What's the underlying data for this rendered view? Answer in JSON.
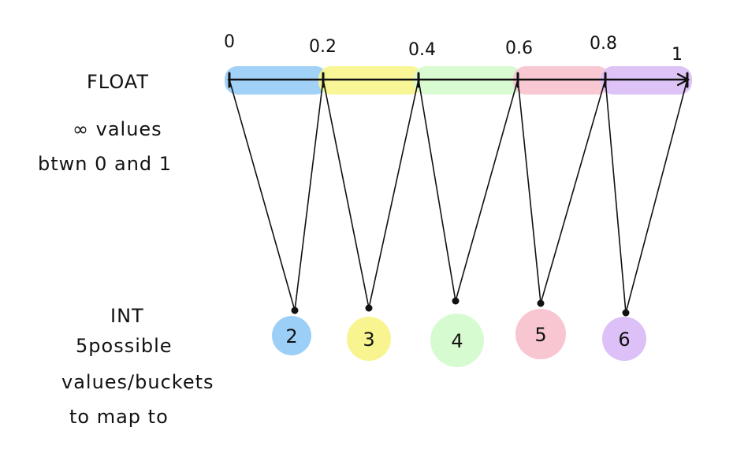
{
  "float_section": {
    "title": "FLOAT",
    "desc_line1": "∞ values",
    "desc_line2": "btwn 0 and 1"
  },
  "ticks": [
    "0",
    "0.2",
    "0.4",
    "0.6",
    "0.8",
    "1"
  ],
  "int_section": {
    "title": "INT",
    "desc_line1": "5possible",
    "desc_line2": "values/buckets",
    "desc_line3": "to map to"
  },
  "segments": [
    {
      "color": "#9ccff7"
    },
    {
      "color": "#f8f590"
    },
    {
      "color": "#d7fbd0"
    },
    {
      "color": "#f8c6d1"
    },
    {
      "color": "#dcc0f7"
    }
  ],
  "buckets": [
    {
      "label": "2",
      "color": "#9ccff7"
    },
    {
      "label": "3",
      "color": "#f8f590"
    },
    {
      "label": "4",
      "color": "#d7fbd0"
    },
    {
      "label": "5",
      "color": "#f8c6d1"
    },
    {
      "label": "6",
      "color": "#dcc0f7"
    }
  ],
  "edges": [
    {
      "from_tick": 0,
      "to_bucket": 0
    },
    {
      "from_tick": 1,
      "to_bucket": 0
    },
    {
      "from_tick": 1,
      "to_bucket": 1
    },
    {
      "from_tick": 2,
      "to_bucket": 1
    },
    {
      "from_tick": 2,
      "to_bucket": 2
    },
    {
      "from_tick": 3,
      "to_bucket": 2
    },
    {
      "from_tick": 3,
      "to_bucket": 3
    },
    {
      "from_tick": 4,
      "to_bucket": 3
    },
    {
      "from_tick": 4,
      "to_bucket": 4
    },
    {
      "from_tick": 5,
      "to_bucket": 4
    }
  ]
}
